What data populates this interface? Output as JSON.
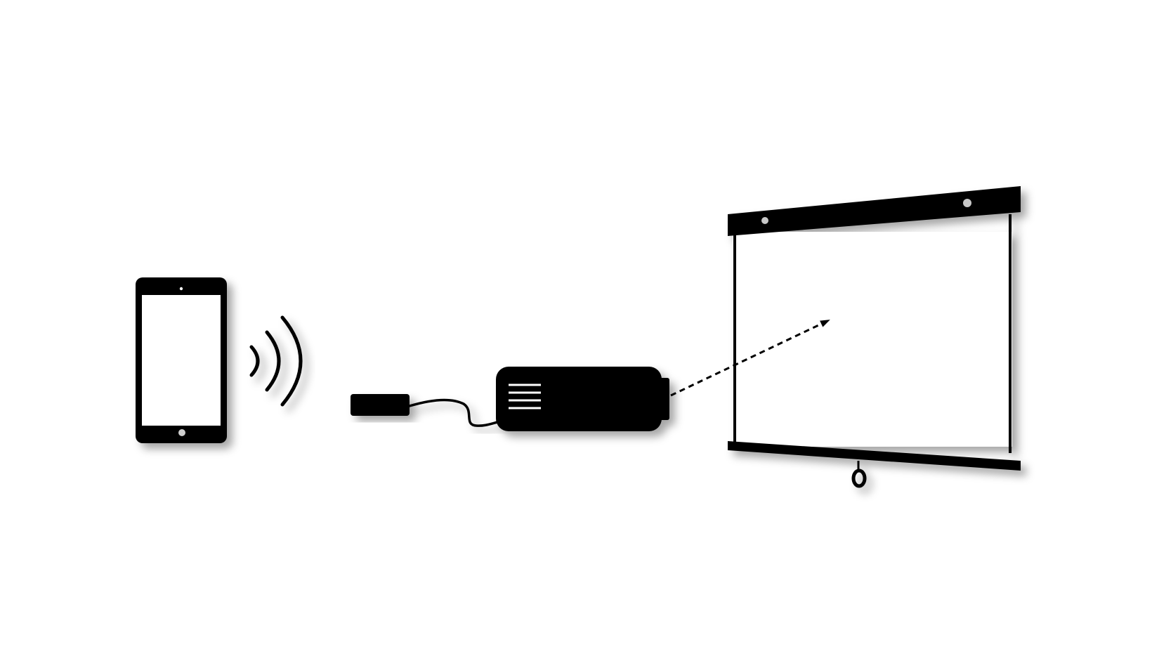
{
  "diagram": {
    "nodes": [
      {
        "id": "tablet",
        "icon": "tablet-icon"
      },
      {
        "id": "wireless-signal",
        "icon": "wifi-waves-icon"
      },
      {
        "id": "wireless-adapter",
        "icon": "dongle-icon"
      },
      {
        "id": "projector",
        "icon": "projector-icon"
      },
      {
        "id": "projection-screen",
        "icon": "projection-screen-icon"
      }
    ],
    "edges": [
      {
        "from": "tablet",
        "to": "wireless-adapter",
        "style": "wireless"
      },
      {
        "from": "wireless-adapter",
        "to": "projector",
        "style": "cable"
      },
      {
        "from": "projector",
        "to": "projection-screen",
        "style": "dashed-arrow"
      }
    ]
  },
  "colors": {
    "foreground": "#000000",
    "background": "#ffffff",
    "accent_light": "#c8c8c8"
  }
}
